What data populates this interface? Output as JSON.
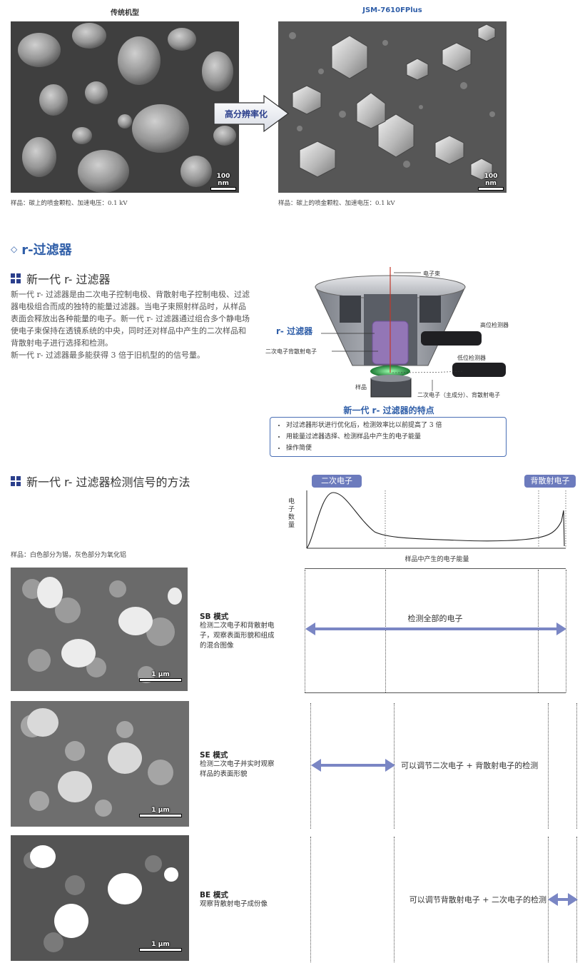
{
  "comparison": {
    "left_title": "传统机型",
    "right_title": "JSM-7610FPlus",
    "arrow_label": "高分辨率化",
    "scale_label": "100 nm",
    "left_caption": "样品：碳上的喷金颗粒、加速电压：0.1 kV",
    "right_caption": "样品：碳上的喷金颗粒、加速电压：0.1 kV"
  },
  "section": {
    "title": "r-过滤器",
    "subtitle1": "新一代 r- 过滤器",
    "paragraph1": "新一代 r- 过滤器是由二次电子控制电极、背散射电子控制电极、过滤器电极组合而成的独特的能量过滤器。当电子束照射样品时，从样品表面会释放出各种能量的电子。新一代 r- 过滤器通过组合多个静电场使电子束保持在透镜系统的中央，同时还对样品中产生的二次样品和背散射电子进行选择和检测。",
    "paragraph2": "新一代 r- 过滤器最多能获得 3 倍于旧机型的的信号量。"
  },
  "diagram": {
    "electron_beam": "电子束",
    "upper_detector": "高位检测器",
    "rfilter_label": "r- 过滤器",
    "se_be_label": "二次电子背散射电子",
    "lower_detector": "低位检测器",
    "sample": "样品",
    "bottom_label": "二次电子（主成分）、背散射电子",
    "features_title": "新一代 r- 过滤器的特点",
    "features": [
      "对过滤器形状进行优化后，检测效率比以前提高了 3 倍",
      "用能量过滤器选择、检测样品中产生的电子能量",
      "操作简便"
    ]
  },
  "method": {
    "subtitle": "新一代 r- 过滤器检测信号的方法",
    "sample_note": "样品：白色部分为锡，灰色部分为氧化铝",
    "se_tag": "二次电子",
    "be_tag": "背散射电子",
    "ylabel": "电子数量",
    "xlabel": "样品中产生的电子能量",
    "scale_label": "1 μm",
    "modes": [
      {
        "title": "SB 模式",
        "desc": [
          "检测二次电子和背散射电",
          "子，观察表面形貌和组成",
          "的混合图像"
        ],
        "arrow_label": "检测全部的电子"
      },
      {
        "title": "SE 模式",
        "desc": [
          "检测二次电子并实时观察",
          "样品的表面形貌"
        ],
        "arrow_label": "可以调节二次电子 + 背散射电子的检测"
      },
      {
        "title": "BE 模式",
        "desc": [
          "观察背散射电子成份像"
        ],
        "arrow_label": "可以调节背散射电子 + 二次电子的检测"
      }
    ]
  }
}
